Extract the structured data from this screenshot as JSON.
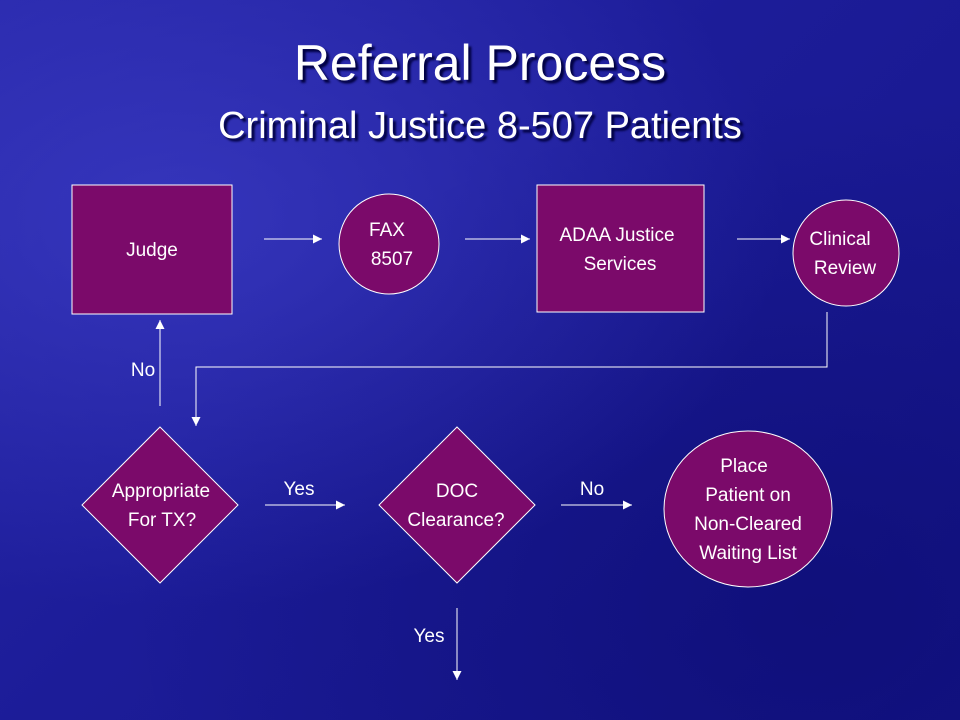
{
  "title": "Referral Process",
  "subtitle": "Criminal Justice 8-507 Patients",
  "nodes": {
    "judge": "Judge",
    "fax_line1": "FAX",
    "fax_line2": "8507",
    "adaa_line1": "ADAA Justice",
    "adaa_line2": "Services",
    "clinical_line1": "Clinical",
    "clinical_line2": "Review",
    "appropriate_line1": "Appropriate",
    "appropriate_line2": "For TX?",
    "doc_line1": "DOC",
    "doc_line2": "Clearance?",
    "place_line1": "Place",
    "place_line2": "Patient on",
    "place_line3": "Non-Cleared",
    "place_line4": "Waiting List"
  },
  "edges": {
    "appropriate_no": "No",
    "appropriate_yes": "Yes",
    "doc_no": "No",
    "doc_yes": "Yes"
  },
  "colors": {
    "background": "#1e1e9a",
    "node_fill": "#7b0a6a",
    "text": "#ffffff"
  }
}
